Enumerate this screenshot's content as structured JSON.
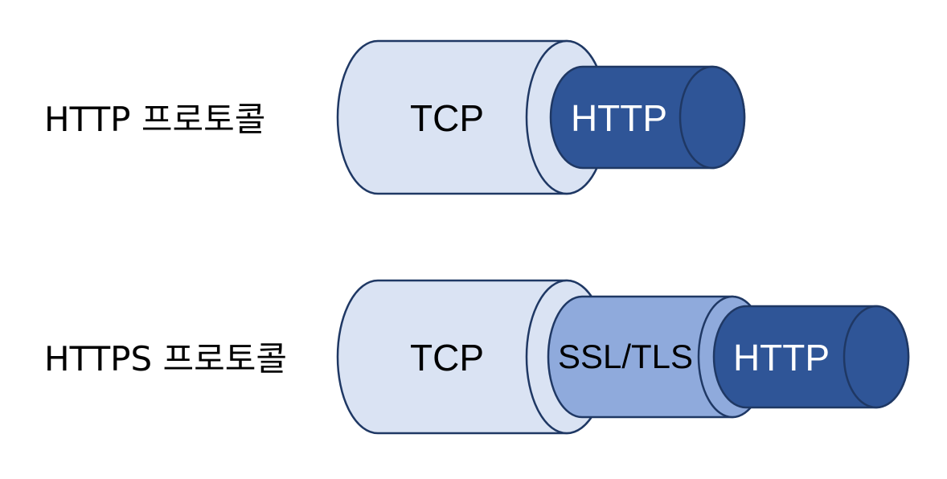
{
  "rows": [
    {
      "label": "HTTP 프로토콜",
      "layers": [
        {
          "label": "TCP",
          "fill": "#dae3f3",
          "text_color": "#000000"
        },
        {
          "label": "HTTP",
          "fill": "#2f5597",
          "text_color": "#ffffff"
        }
      ]
    },
    {
      "label": "HTTPS 프로토콜",
      "layers": [
        {
          "label": "TCP",
          "fill": "#dae3f3",
          "text_color": "#000000"
        },
        {
          "label": "SSL/TLS",
          "fill": "#8faadc",
          "text_color": "#000000"
        },
        {
          "label": "HTTP",
          "fill": "#2f5597",
          "text_color": "#ffffff"
        }
      ]
    }
  ],
  "colors": {
    "outline": "#1f3864"
  }
}
